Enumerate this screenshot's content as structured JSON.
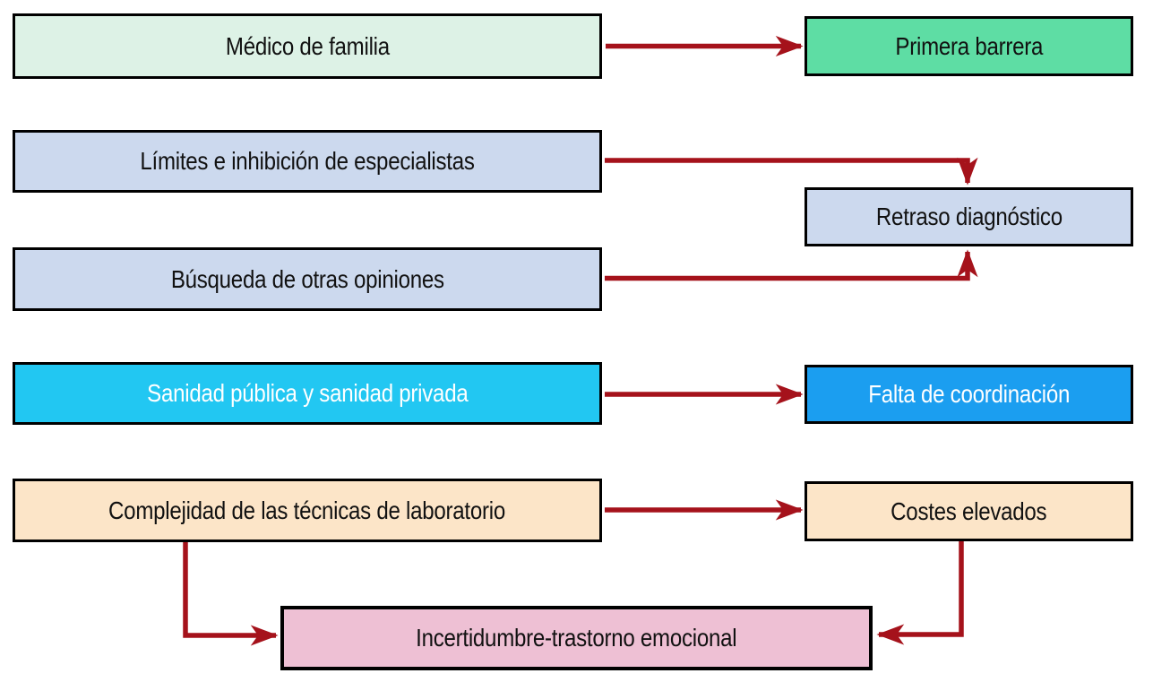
{
  "diagram": {
    "background": "#ffffff",
    "box_border_color": "#000000",
    "arrow_color": "#a5121b",
    "nodes": {
      "medico": {
        "label": "Médico de familia",
        "bg": "#ddf2e6",
        "fg": "#111111"
      },
      "primera": {
        "label": "Primera barrera",
        "bg": "#5edda4",
        "fg": "#111111"
      },
      "limites": {
        "label": "Límites e inhibición de especialistas",
        "bg": "#ccd9ee",
        "fg": "#111111"
      },
      "retraso": {
        "label": "Retraso diagnóstico",
        "bg": "#ccd9ee",
        "fg": "#111111"
      },
      "busqueda": {
        "label": "Búsqueda de otras opiniones",
        "bg": "#ccd9ee",
        "fg": "#111111"
      },
      "sanidad": {
        "label": "Sanidad pública y sanidad privada",
        "bg": "#22c7f2",
        "fg": "#ffffff"
      },
      "falta": {
        "label": "Falta de coordinación",
        "bg": "#1b9ef0",
        "fg": "#ffffff"
      },
      "complejidad": {
        "label": "Complejidad de las técnicas de laboratorio",
        "bg": "#fce5c8",
        "fg": "#111111"
      },
      "costes": {
        "label": "Costes elevados",
        "bg": "#fce5c8",
        "fg": "#111111"
      },
      "incertidumbre": {
        "label": "Incertidumbre-trastorno emocional",
        "bg": "#eec0d4",
        "fg": "#111111"
      }
    },
    "edges": [
      {
        "from": "Médico de familia",
        "to": "Primera barrera"
      },
      {
        "from": "Límites e inhibición de especialistas",
        "to": "Retraso diagnóstico"
      },
      {
        "from": "Búsqueda de otras opiniones",
        "to": "Retraso diagnóstico"
      },
      {
        "from": "Sanidad pública y sanidad privada",
        "to": "Falta de coordinación"
      },
      {
        "from": "Complejidad de las técnicas de laboratorio",
        "to": "Costes elevados"
      },
      {
        "from": "Complejidad de las técnicas de laboratorio",
        "to": "Incertidumbre-trastorno emocional"
      },
      {
        "from": "Costes elevados",
        "to": "Incertidumbre-trastorno emocional"
      }
    ]
  }
}
